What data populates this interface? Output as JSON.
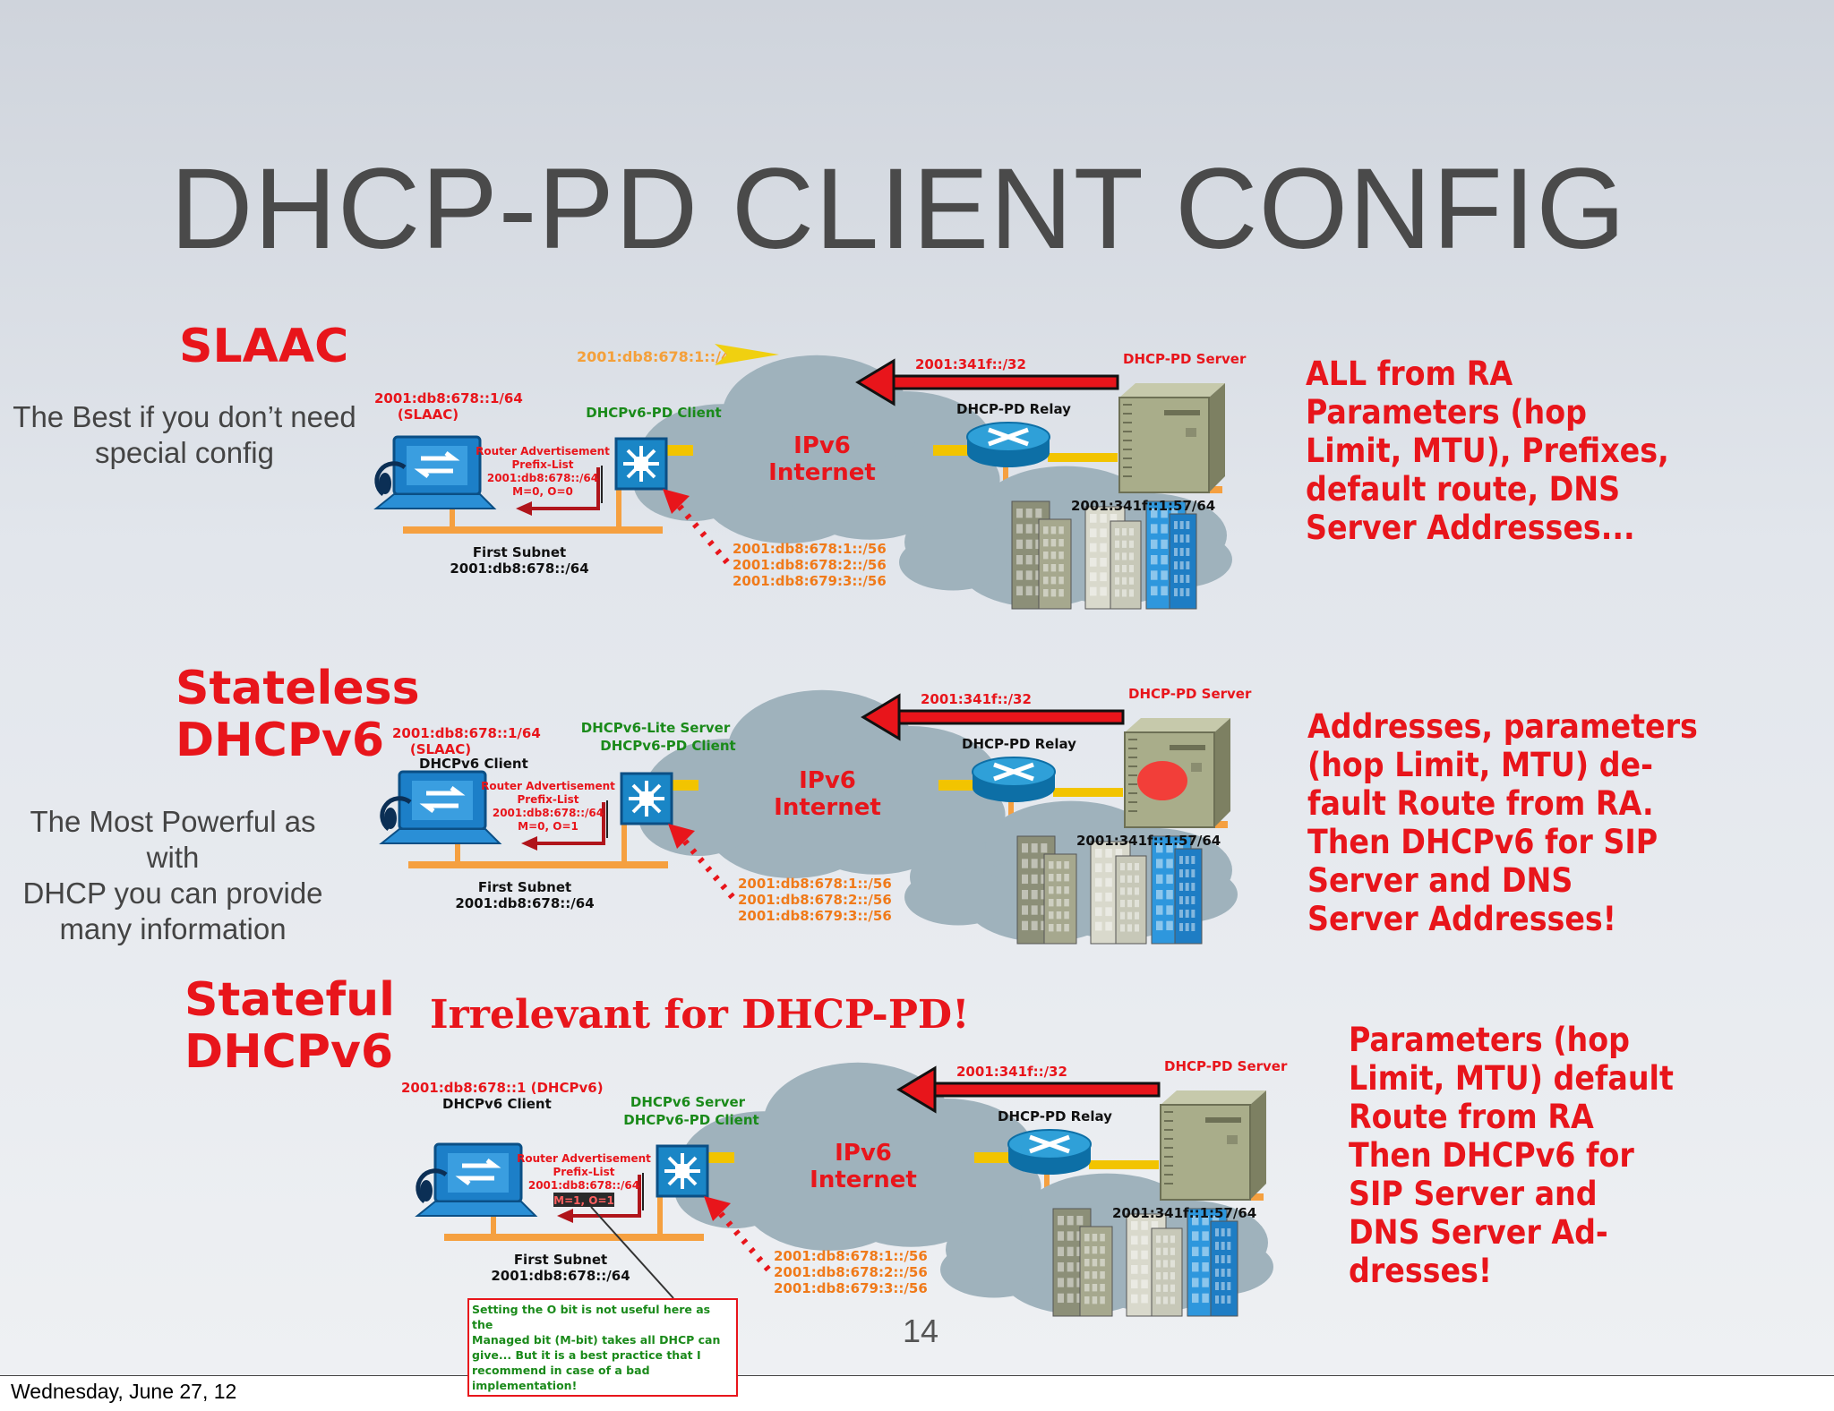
{
  "slide": {
    "title": "DHCP-PD CLIENT CONFIG",
    "page_number": "14",
    "footer_date": "Wednesday, June 27, 12",
    "irrelevant_label": "Irrelevant for DHCP-PD!"
  },
  "sections": [
    {
      "heading_line1": "SLAAC",
      "heading_line2": "",
      "description": [
        "The Best if you don’t need",
        "special config"
      ],
      "summary": [
        "ALL from RA",
        "Parameters (hop",
        "Limit, MTU), Prefixes,",
        "default route, DNS",
        "Server Addresses..."
      ],
      "client_address": "2001:db8:678::1/64",
      "client_mode": "(SLAAC)",
      "router_roles": [
        "DHCPv6-PD Client"
      ],
      "ra_lines": [
        "Router Advertisement",
        "Prefix-List",
        "2001:db8:678::/64",
        "M=0, O=0"
      ],
      "subnet_name": "First Subnet",
      "subnet_prefix": "2001:db8:678::/64",
      "delegated_prefix": "2001:db8:678:1::/48",
      "pd_prefixes": [
        "2001:db8:678:1::/56",
        "2001:db8:678:2::/56",
        "2001:db8:679:3::/56"
      ],
      "cloud_label": [
        "IPv6",
        "Internet"
      ],
      "relay_label": "DHCP-PD Relay",
      "server_label": "DHCP-PD Server",
      "server_prefix": "2001:341f::/32",
      "server_subnet": "2001:341f::1:57/64"
    },
    {
      "heading_line1": "Stateless",
      "heading_line2": "DHCPv6",
      "description": [
        "The Most Powerful as with",
        "DHCP you can provide",
        "many information"
      ],
      "summary": [
        "Addresses, parameters",
        "(hop Limit, MTU) de-",
        "fault Route from RA.",
        "Then DHCPv6 for SIP",
        "Server  and DNS",
        "Server Addresses!"
      ],
      "client_address": "2001:db8:678::1/64",
      "client_mode": "(SLAAC)",
      "client_role": "DHCPv6 Client",
      "router_roles": [
        "DHCPv6-Lite Server",
        "DHCPv6-PD Client"
      ],
      "ra_lines": [
        "Router Advertisement",
        "Prefix-List",
        "2001:db8:678::/64",
        "M=0, O=1"
      ],
      "subnet_name": "First Subnet",
      "subnet_prefix": "2001:db8:678::/64",
      "pd_prefixes": [
        "2001:db8:678:1::/56",
        "2001:db8:678:2::/56",
        "2001:db8:679:3::/56"
      ],
      "cloud_label": [
        "IPv6",
        "Internet"
      ],
      "relay_label": "DHCP-PD Relay",
      "server_label": "DHCP-PD Server",
      "server_prefix": "2001:341f::/32",
      "server_subnet": "2001:341f::1:57/64"
    },
    {
      "heading_line1": "Stateful",
      "heading_line2": "DHCPv6",
      "summary": [
        "Parameters (hop",
        "Limit, MTU) default",
        "Route from RA",
        "Then DHCPv6 for",
        "SIP Server  and",
        "DNS Server Ad-",
        "dresses!"
      ],
      "client_address": "2001:db8:678::1 (DHCPv6)",
      "client_role": "DHCPv6 Client",
      "router_roles": [
        "DHCPv6 Server",
        "DHCPv6-PD Client"
      ],
      "ra_lines": [
        "Router Advertisement",
        "Prefix-List",
        "2001:db8:678::/64",
        "M=1, O=1"
      ],
      "subnet_name": "First Subnet",
      "subnet_prefix": "2001:db8:678::/64",
      "pd_prefixes": [
        "2001:db8:678:1::/56",
        "2001:db8:678:2::/56",
        "2001:db8:679:3::/56"
      ],
      "cloud_label": [
        "IPv6",
        "Internet"
      ],
      "relay_label": "DHCP-PD Relay",
      "server_label": "DHCP-PD Server",
      "server_prefix": "2001:341f::/32",
      "server_subnet": "2001:341f::1:57/64",
      "note": [
        "Setting the O bit is not useful here as the",
        "Managed bit (M-bit) takes all DHCP can",
        "give... But it is a best practice that I",
        "recommend in case of a bad  implementation!"
      ]
    }
  ],
  "colors": {
    "accent_red": "#e8151b",
    "label_green": "#1a8a1a",
    "label_orange": "#f07a1a",
    "cloud": "#9fb2bc",
    "laptop_blue": "#1c7fc8",
    "bus_orange": "#f5a040",
    "server_olive": "#a9ad8a"
  },
  "icons": [
    "laptop-icon",
    "headset-icon",
    "router-icon",
    "switch-icon",
    "cloud-icon",
    "server-icon",
    "building-icon",
    "arrow-icon"
  ]
}
